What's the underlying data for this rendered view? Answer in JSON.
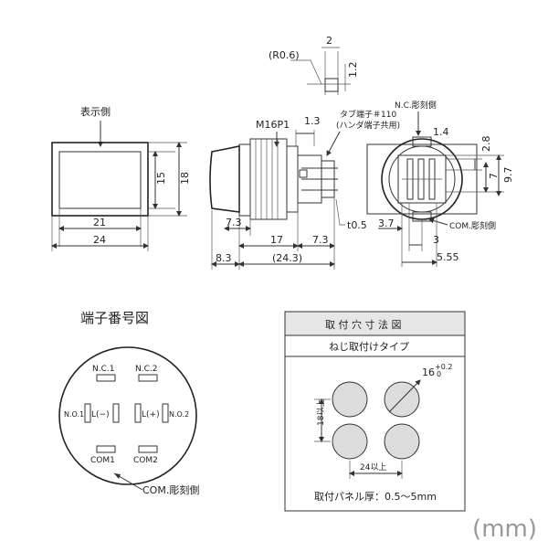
{
  "front_view": {
    "label": "表示側",
    "dim_height_inner": "15",
    "dim_height_outer": "18",
    "dim_width_inner": "21",
    "dim_width_outer": "24"
  },
  "side_view": {
    "r_label": "(R0.6)",
    "tab_width": "2",
    "tab_height": "1.2",
    "thread": "M16P1",
    "dim_13": "1.3",
    "tab_note_1": "タブ端子＃110",
    "tab_note_2": "(ハンダ端子共用)",
    "dim_73a": "7.3",
    "dim_73b": "7.3",
    "dim_17": "17",
    "dim_t05": "t0.5",
    "dim_83": "8.3",
    "dim_243": "(24.3)"
  },
  "rear_view": {
    "nc_label": "N.C.彫刻側",
    "dim_14": "1.4",
    "dim_28": "2.8",
    "dim_7": "7",
    "dim_97": "9.7",
    "com_label": "COM.彫刻側",
    "dim_37": "3.7",
    "dim_3": "3",
    "dim_555": "5.55"
  },
  "terminal_diagram": {
    "title": "端子番号図",
    "nc1": "N.C.1",
    "nc2": "N.C.2",
    "no1": "N.O.1",
    "l_minus": "L(−)",
    "l_plus": "L(+)",
    "no2": "N.O.2",
    "com1": "COM1",
    "com2": "COM2",
    "com_engrave": "COM.彫刻側"
  },
  "mounting": {
    "title": "取 付 穴 寸 法 図",
    "subtitle": "ねじ取付けタイプ",
    "hole_dia": "16",
    "tol_plus": "+0.2",
    "tol_zero": "0",
    "vertical_pitch": "18以上",
    "horizontal_pitch": "24以上",
    "panel_note": "取付パネル厚：0.5〜5mm"
  },
  "unit": "(mm)"
}
